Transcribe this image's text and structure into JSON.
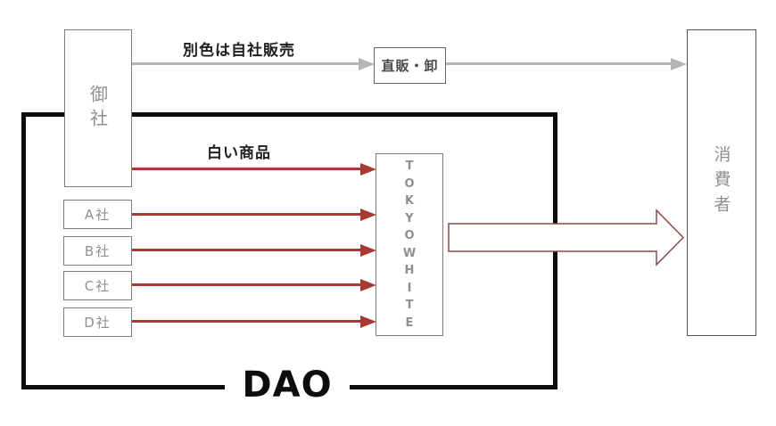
{
  "title": "DAO distribution flow diagram",
  "colors": {
    "red_arrow": "#a93a33",
    "gray_arrow": "#b5b5b5",
    "big_arrow_outline": "#8a4a48",
    "dao_border": "#0d0d0d",
    "box_border": "#7d7d7d",
    "muted_text": "#8f8f8f"
  },
  "dao": {
    "label": "DAO"
  },
  "nodes": {
    "your_company": {
      "label": "御社"
    },
    "direct_sales": {
      "label": "直販・卸"
    },
    "consumer": {
      "label": "消費者"
    },
    "tokyo_white": {
      "label": "TOKYO WHITE",
      "letters": [
        "T",
        "O",
        "K",
        "Y",
        "O",
        "W",
        "H",
        "I",
        "T",
        "E"
      ]
    },
    "suppliers": [
      {
        "label": "A社"
      },
      {
        "label": "B社"
      },
      {
        "label": "C社"
      },
      {
        "label": "D社"
      }
    ]
  },
  "annotations": {
    "gray_route": "別色は自社販売",
    "red_route": "白い商品"
  }
}
